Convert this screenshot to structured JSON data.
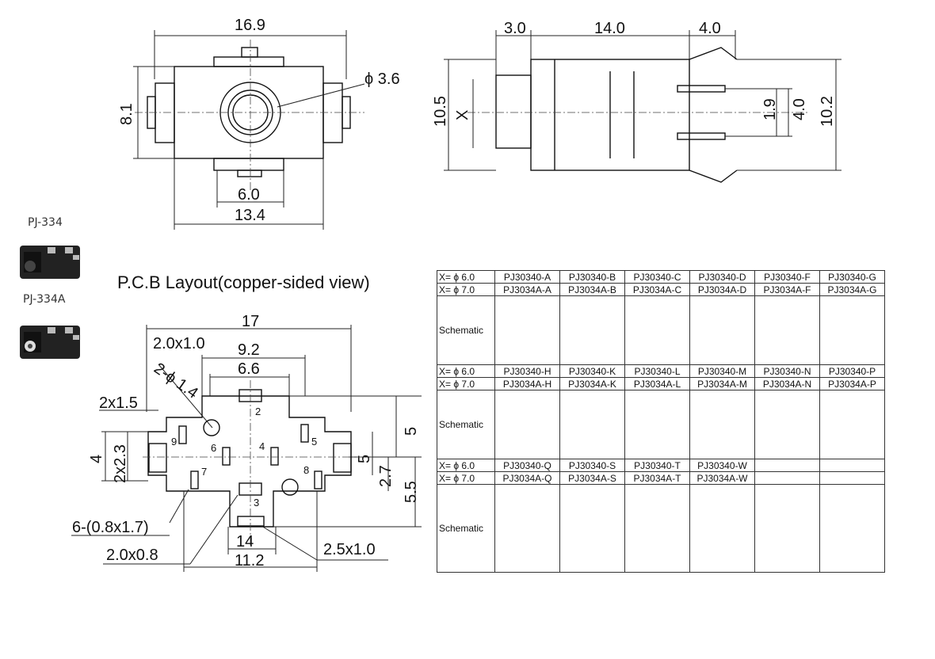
{
  "top_left_view": {
    "dims": {
      "w_overall": "16.9",
      "h_overall": "8.1",
      "phi": "ϕ 3.6",
      "w_inner": "6.0",
      "w_body": "13.4"
    }
  },
  "top_right_view": {
    "dims": {
      "a": "3.0",
      "b": "14.0",
      "c": "4.0",
      "h_outer": "10.5",
      "x": "X",
      "pin_a": "1.9",
      "pin_b": "4.0",
      "h_total": "10.2"
    }
  },
  "products": [
    {
      "label": "PJ-334"
    },
    {
      "label": "PJ-334A"
    }
  ],
  "pcb": {
    "title": "P.C.B Layout(copper-sided view)",
    "dims": {
      "w17": "17",
      "d2x1": "2.0x1.0",
      "d92": "9.2",
      "d66": "6.6",
      "phi14": "2-ϕ 1.4",
      "d2x15": "2x1.5",
      "d2x23": "2x2.3",
      "d4": "4",
      "d5a": "5",
      "d5b": "5",
      "d27": "2.7",
      "d55": "5.5",
      "holes": "6-(0.8x1.7)",
      "d2x08": "2.0x0.8",
      "d14": "14",
      "d25x1": "2.5x1.0",
      "d112": "11.2"
    },
    "pins": [
      "2",
      "9",
      "6",
      "4",
      "5",
      "7",
      "8",
      "3"
    ]
  },
  "table": {
    "row_labels": {
      "x6": "X= ϕ 6.0",
      "x7": "X= ϕ 7.0",
      "schematic": "Schematic"
    },
    "block1_x6": [
      "PJ30340-A",
      "PJ30340-B",
      "PJ30340-C",
      "PJ30340-D",
      "PJ30340-F",
      "PJ30340-G"
    ],
    "block1_x7": [
      "PJ3034A-A",
      "PJ3034A-B",
      "PJ3034A-C",
      "PJ3034A-D",
      "PJ3034A-F",
      "PJ3034A-G"
    ],
    "block2_x6": [
      "PJ30340-H",
      "PJ30340-K",
      "PJ30340-L",
      "PJ30340-M",
      "PJ30340-N",
      "PJ30340-P"
    ],
    "block2_x7": [
      "PJ3034A-H",
      "PJ3034A-K",
      "PJ3034A-L",
      "PJ3034A-M",
      "PJ3034A-N",
      "PJ3034A-P"
    ],
    "block3_x6": [
      "PJ30340-Q",
      "PJ30340-S",
      "PJ30340-T",
      "PJ30340-W",
      "",
      ""
    ],
    "block3_x7": [
      "PJ3034A-Q",
      "PJ3034A-S",
      "PJ3034A-T",
      "PJ3034A-W",
      "",
      ""
    ]
  }
}
